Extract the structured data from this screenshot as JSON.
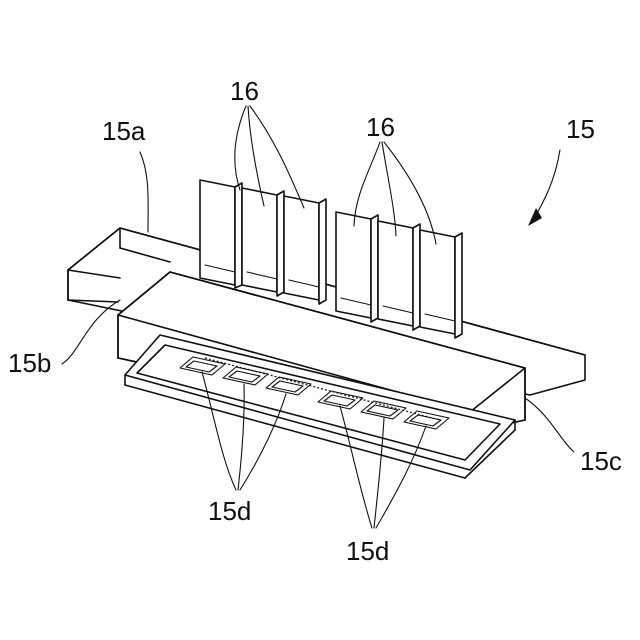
{
  "labels": {
    "assembly": "15",
    "top_plate": "15a",
    "left_end": "15b",
    "right_end": "15c",
    "pads_left": "15d",
    "pads_right": "15d",
    "pins_left": "16",
    "pins_right": "16"
  }
}
